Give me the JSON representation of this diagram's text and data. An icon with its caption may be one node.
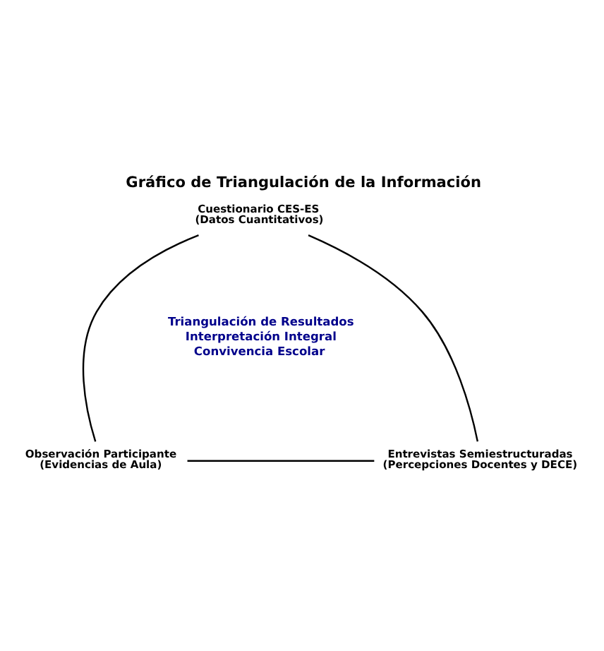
{
  "diagram": {
    "title": "Gráfico de Triangulación de la Información",
    "nodes": [
      {
        "text": [
          "Cuestionario CES-ES",
          "(Datos Cuantitativos)"
        ]
      },
      {
        "text": [
          "Observación Participante",
          "(Evidencias de Aula)"
        ]
      },
      {
        "text": [
          "Entrevistas Semiestructuradas",
          "(Percepciones Docentes y DECE)"
        ]
      }
    ],
    "edges": [
      {
        "from": 0,
        "to": 1,
        "arrow": "none"
      },
      {
        "from": 0,
        "to": 2,
        "arrow": "none"
      },
      {
        "from": 1,
        "to": 2,
        "arrow": "none"
      }
    ],
    "labels": [
      "Triangulación de Resultados",
      "Interpretación Integral",
      "Convivencia Escolar"
    ]
  }
}
